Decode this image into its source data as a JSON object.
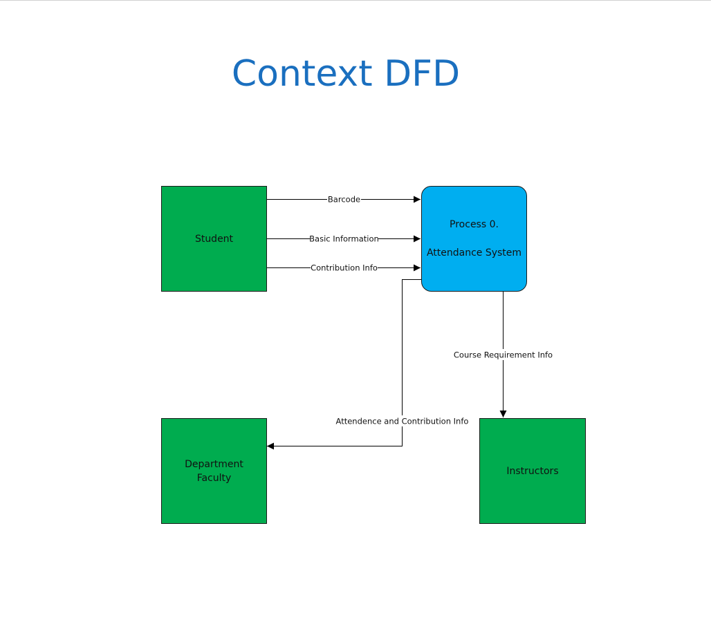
{
  "title": "Context DFD",
  "colors": {
    "entity_fill": "#00ac4f",
    "process_fill": "#00aef0",
    "title": "#1a6fbf"
  },
  "entities": {
    "student": "Student",
    "department_faculty_line1": "Department",
    "department_faculty_line2": "Faculty",
    "instructors": "Instructors"
  },
  "process": {
    "line1": "Process 0.",
    "line2": "Attendance System"
  },
  "flows": {
    "barcode": "Barcode",
    "basic_information": "Basic Information",
    "contribution_info": "Contribution Info",
    "course_requirement_info": "Course Requirement Info",
    "attendence_contribution_info": "Attendence and Contribution Info"
  }
}
